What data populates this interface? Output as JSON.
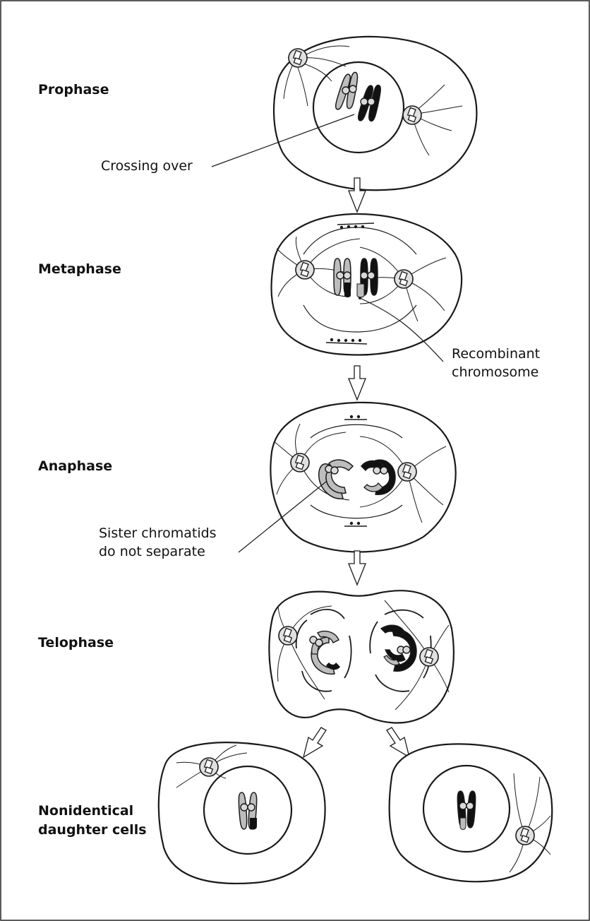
{
  "stages": {
    "prophase": "Prophase",
    "metaphase": "Metaphase",
    "anaphase": "Anaphase",
    "telophase": "Telophase",
    "daughters_line1": "Nonidentical",
    "daughters_line2": "daughter cells"
  },
  "callouts": {
    "crossing_over": "Crossing over",
    "recombinant_line1": "Recombinant",
    "recombinant_line2": "chromosome",
    "sister_line1": "Sister chromatids",
    "sister_line2": "do not separate"
  },
  "colors": {
    "frame": "#333333",
    "outline": "#1a1a1a",
    "light_chromatid": "#bdbdbd",
    "dark_chromatid": "#111111",
    "centromere": "#d9d9d9",
    "centriole": "#e0e0e0"
  }
}
